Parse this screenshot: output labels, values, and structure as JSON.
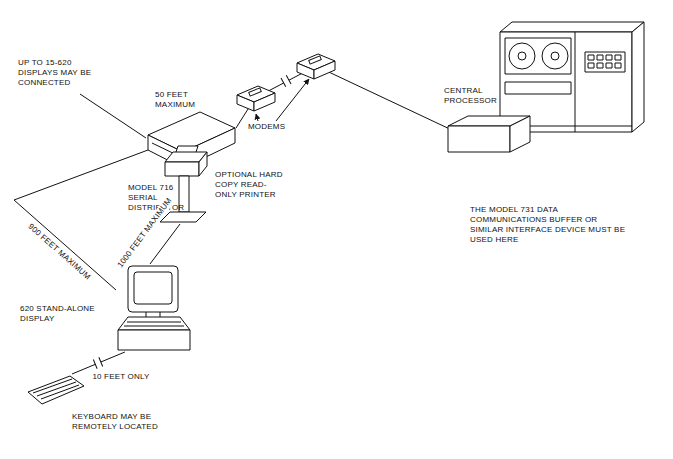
{
  "diagram": {
    "nodes": [
      {
        "text": [
          "CENTRAL PROCESSOR"
        ]
      },
      {
        "text": [
          "MODEL 716 SERIAL DISTRIBUTOR"
        ]
      },
      {
        "text": [
          "OPTIONAL HARD COPY READ-ONLY PRINTER"
        ]
      },
      {
        "text": [
          "620 STAND-ALONE DISPLAY"
        ]
      },
      {
        "text": [
          "KEYBOARD MAY BE REMOTELY LOCATED"
        ]
      }
    ],
    "edges": [
      {
        "from": 1,
        "to": 0,
        "arrow": "none"
      },
      {
        "from": 1,
        "to": 3,
        "label": "900 FEET MAXIMUM",
        "arrow": "none"
      },
      {
        "from": 2,
        "to": 3,
        "label": "1000 FEET MAXIMUM",
        "arrow": "none"
      },
      {
        "from": 3,
        "to": 4,
        "label": "10 FEET ONLY",
        "arrow": "none"
      }
    ],
    "labels": [
      "UP TO 15-620 DISPLAYS MAY BE CONNECTED",
      "50 FEET MAXIMUM",
      "MODEMS",
      "THE MODEL 731 DATA COMMUNICATIONS BUFFER OR SIMILAR INTERFACE DEVICE MUST BE USED HERE"
    ]
  }
}
